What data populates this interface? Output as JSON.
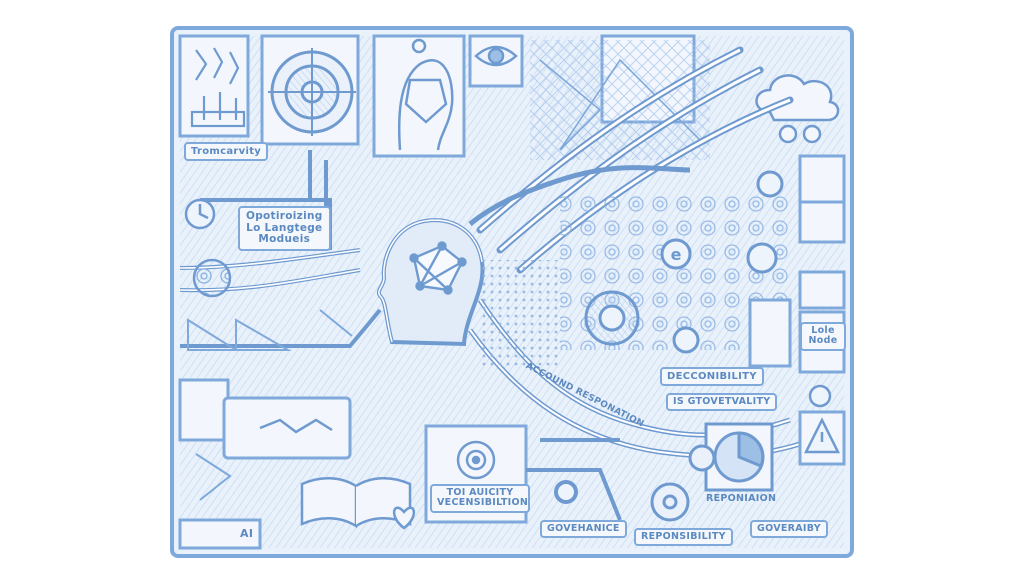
{
  "labels": {
    "tromcarvity": "Tromcarvity",
    "optimizing_1": "Opotiroizing",
    "optimizing_2": "Lo Langtege",
    "optimizing_3": "Modueis",
    "lole_1": "Lole",
    "lole_2": "Node",
    "decconibility": "DECCONIBILITY",
    "accountability": "IS GTOVETVALITY",
    "curved_text": "ACCOUND RESPONATION",
    "toi_1": "TOI AUICITY",
    "toi_2": "VECENSIBILTION",
    "repsoniation": "REPONIAION",
    "govehanice": "GOVEHANICE",
    "responsibility": "REPONSIBILITY",
    "goveraiby": "GOVERAIBY",
    "ai": "AI"
  },
  "colors": {
    "line": "#7fa9da",
    "line_dark": "#5b89c0",
    "fill_light": "#e6eef9",
    "fill_mid": "#c9dbf1",
    "fill_deep": "#9dbfe6",
    "paper": "#ffffff"
  },
  "icons": [
    "brain-circuit",
    "gear",
    "eye",
    "human-head",
    "clock",
    "cloud",
    "open-book",
    "pie-chart",
    "warning-triangle",
    "heart",
    "arrow"
  ]
}
